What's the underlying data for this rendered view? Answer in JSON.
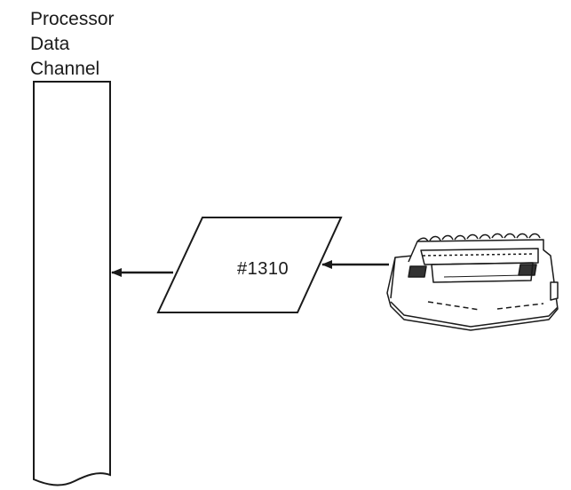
{
  "title": {
    "line1": "Processor",
    "line2": "Data",
    "line3": "Channel"
  },
  "adapter": {
    "label": "#1310"
  },
  "printer": {
    "icon": "dot-matrix-printer-icon"
  },
  "colors": {
    "ink": "#1a1a1a",
    "background": "#ffffff"
  }
}
